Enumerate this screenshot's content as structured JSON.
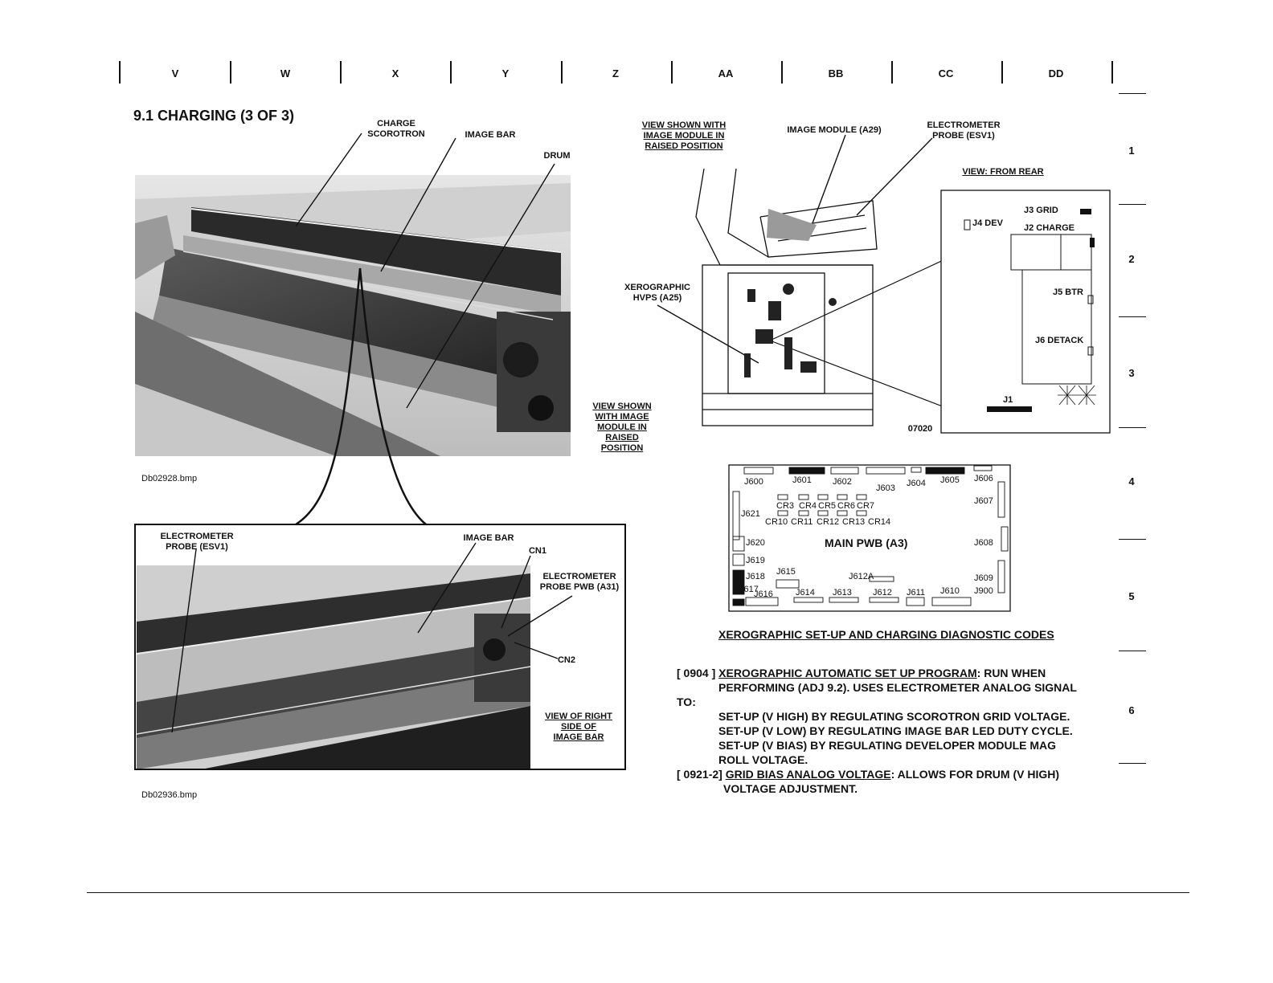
{
  "zones": [
    "V",
    "W",
    "X",
    "Y",
    "Z",
    "AA",
    "BB",
    "CC",
    "DD"
  ],
  "rows": [
    "1",
    "2",
    "3",
    "4",
    "5",
    "6"
  ],
  "title": "9.1  CHARGING (3 OF 3)",
  "top_photo": {
    "callouts": {
      "charge_scorotron": "CHARGE\nSCOROTRON",
      "image_bar": "IMAGE BAR",
      "drum": "DRUM"
    },
    "filename": "Db02928.bmp"
  },
  "middle_note": "VIEW SHOWN\nWITH IMAGE\nMODULE IN\nRAISED\nPOSITION",
  "bottom_photo": {
    "callouts": {
      "electrometer_probe": "ELECTROMETER\nPROBE (ESV1)",
      "image_bar": "IMAGE BAR",
      "cn1": "CN1",
      "electrometer_probe_pwb": "ELECTROMETER\nPROBE PWB (A31)",
      "cn2": "CN2",
      "view_right": "VIEW OF RIGHT\nSIDE OF\nIMAGE BAR"
    },
    "filename": "Db02936.bmp"
  },
  "right_diagram": {
    "view_note": "VIEW SHOWN WITH\nIMAGE MODULE IN\nRAISED POSITION",
    "image_module": "IMAGE MODULE (A29)",
    "electrometer_probe": "ELECTROMETER\nPROBE (ESV1)",
    "view_from_rear": "VIEW:  FROM REAR",
    "xerographic_hvps": "XEROGRAPHIC\nHVPS (A25)",
    "figure_number": "07020",
    "connectors": {
      "j3": "J3 GRID",
      "j4": "J4 DEV",
      "j2": "J2 CHARGE",
      "j5": "J5 BTR",
      "j6": "J6 DETACK",
      "j1": "J1"
    }
  },
  "main_pwb": {
    "title": "MAIN PWB (A3)",
    "labels": {
      "j600": "J600",
      "j601": "J601",
      "j602": "J602",
      "j603": "J603",
      "j604": "J604",
      "j605": "J605",
      "j606": "J606",
      "j607": "J607",
      "j608": "J608",
      "j609": "J609",
      "j610": "J610",
      "j611": "J611",
      "j612": "J612",
      "j612a": "J612A",
      "j613": "J613",
      "j614": "J614",
      "j615": "J615",
      "j616": "J616",
      "j617": "J617",
      "j618": "J618",
      "j619": "J619",
      "j620": "J620",
      "j621": "J621",
      "j900": "J900",
      "cr3": "CR3",
      "cr4": "CR4",
      "cr5": "CR5",
      "cr6": "CR6",
      "cr7": "CR7",
      "cr10": "CR10",
      "cr11": "CR11",
      "cr12": "CR12",
      "cr13": "CR13",
      "cr14": "CR14"
    }
  },
  "diagnostics": {
    "heading": "XEROGRAPHIC SET-UP AND CHARGING DIAGNOSTIC CODES",
    "c0904_code": "[ 0904 ]",
    "c0904_name": "XEROGRAPHIC AUTOMATIC SET UP PROGRAM",
    "c0904_desc1": ":  RUN WHEN",
    "c0904_desc2": "PERFORMING (ADJ 9.2).  USES ELECTROMETER ANALOG SIGNAL",
    "c0904_to": "TO:",
    "c0904_l1": "SET-UP (V HIGH) BY REGULATING SCOROTRON GRID VOLTAGE.",
    "c0904_l2": "SET-UP (V LOW) BY REGULATING IMAGE BAR LED DUTY CYCLE.",
    "c0904_l3": "SET-UP (V BIAS) BY REGULATING DEVELOPER MODULE MAG",
    "c0904_l4": "ROLL VOLTAGE.",
    "c0921_code": "[ 0921-2]",
    "c0921_name": "GRID BIAS ANALOG VOLTAGE",
    "c0921_desc1": ": ALLOWS FOR DRUM (V HIGH)",
    "c0921_desc2": "VOLTAGE ADJUSTMENT."
  }
}
